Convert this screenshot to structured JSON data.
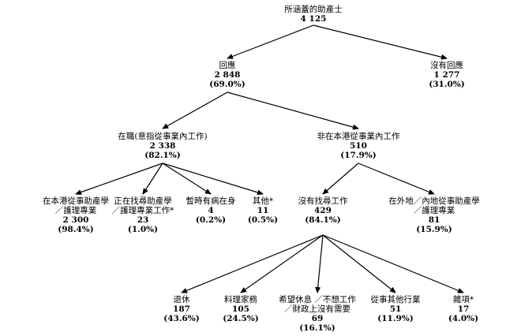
{
  "nodes": {
    "root": {
      "label": "所涵蓋的助產士",
      "count": "4 125",
      "pct": ""
    },
    "responded": {
      "label": "回應",
      "count": "2 848",
      "pct": "(69.0%)"
    },
    "noresponse": {
      "label": "沒有回應",
      "count": "1 277",
      "pct": "(31.0%)"
    },
    "employed": {
      "label": "在職(意指從事業內工作)",
      "count": "2 338",
      "pct": "(82.1%)"
    },
    "notlocal": {
      "label": "非在本港從事業內工作",
      "count": "510",
      "pct": "(17.9%)"
    },
    "local": {
      "label": [
        "在本港從事助產學",
        "／護理專業"
      ],
      "count": "2 300",
      "pct": "(98.4%)"
    },
    "seeking": {
      "label": [
        "正在找尋助產學",
        "／護理專業工作*"
      ],
      "count": "23",
      "pct": "(1.0%)"
    },
    "sick": {
      "label": "暫時有病在身",
      "count": "4",
      "pct": "(0.2%)"
    },
    "others": {
      "label": "其他*",
      "count": "11",
      "pct": "(0.5%)"
    },
    "nojob": {
      "label": "沒有找尋工作",
      "count": "429",
      "pct": "(84.1%)"
    },
    "abroad": {
      "label": [
        "在外地／內地從事助產學",
        "／護理專業"
      ],
      "count": "81",
      "pct": "(15.9%)"
    },
    "retired": {
      "label": "退休",
      "count": "187",
      "pct": "(43.6%)"
    },
    "household": {
      "label": "料理家務",
      "count": "105",
      "pct": "(24.5%)"
    },
    "rest": {
      "label": [
        "希望休息 ／不想工作",
        "／財政上沒有需要"
      ],
      "count": "69",
      "pct": "(16.1%)"
    },
    "otherind": {
      "label": "從事其他行業",
      "count": "51",
      "pct": "(11.9%)"
    },
    "misc": {
      "label": "雜項*",
      "count": "17",
      "pct": "(4.0%)"
    }
  }
}
